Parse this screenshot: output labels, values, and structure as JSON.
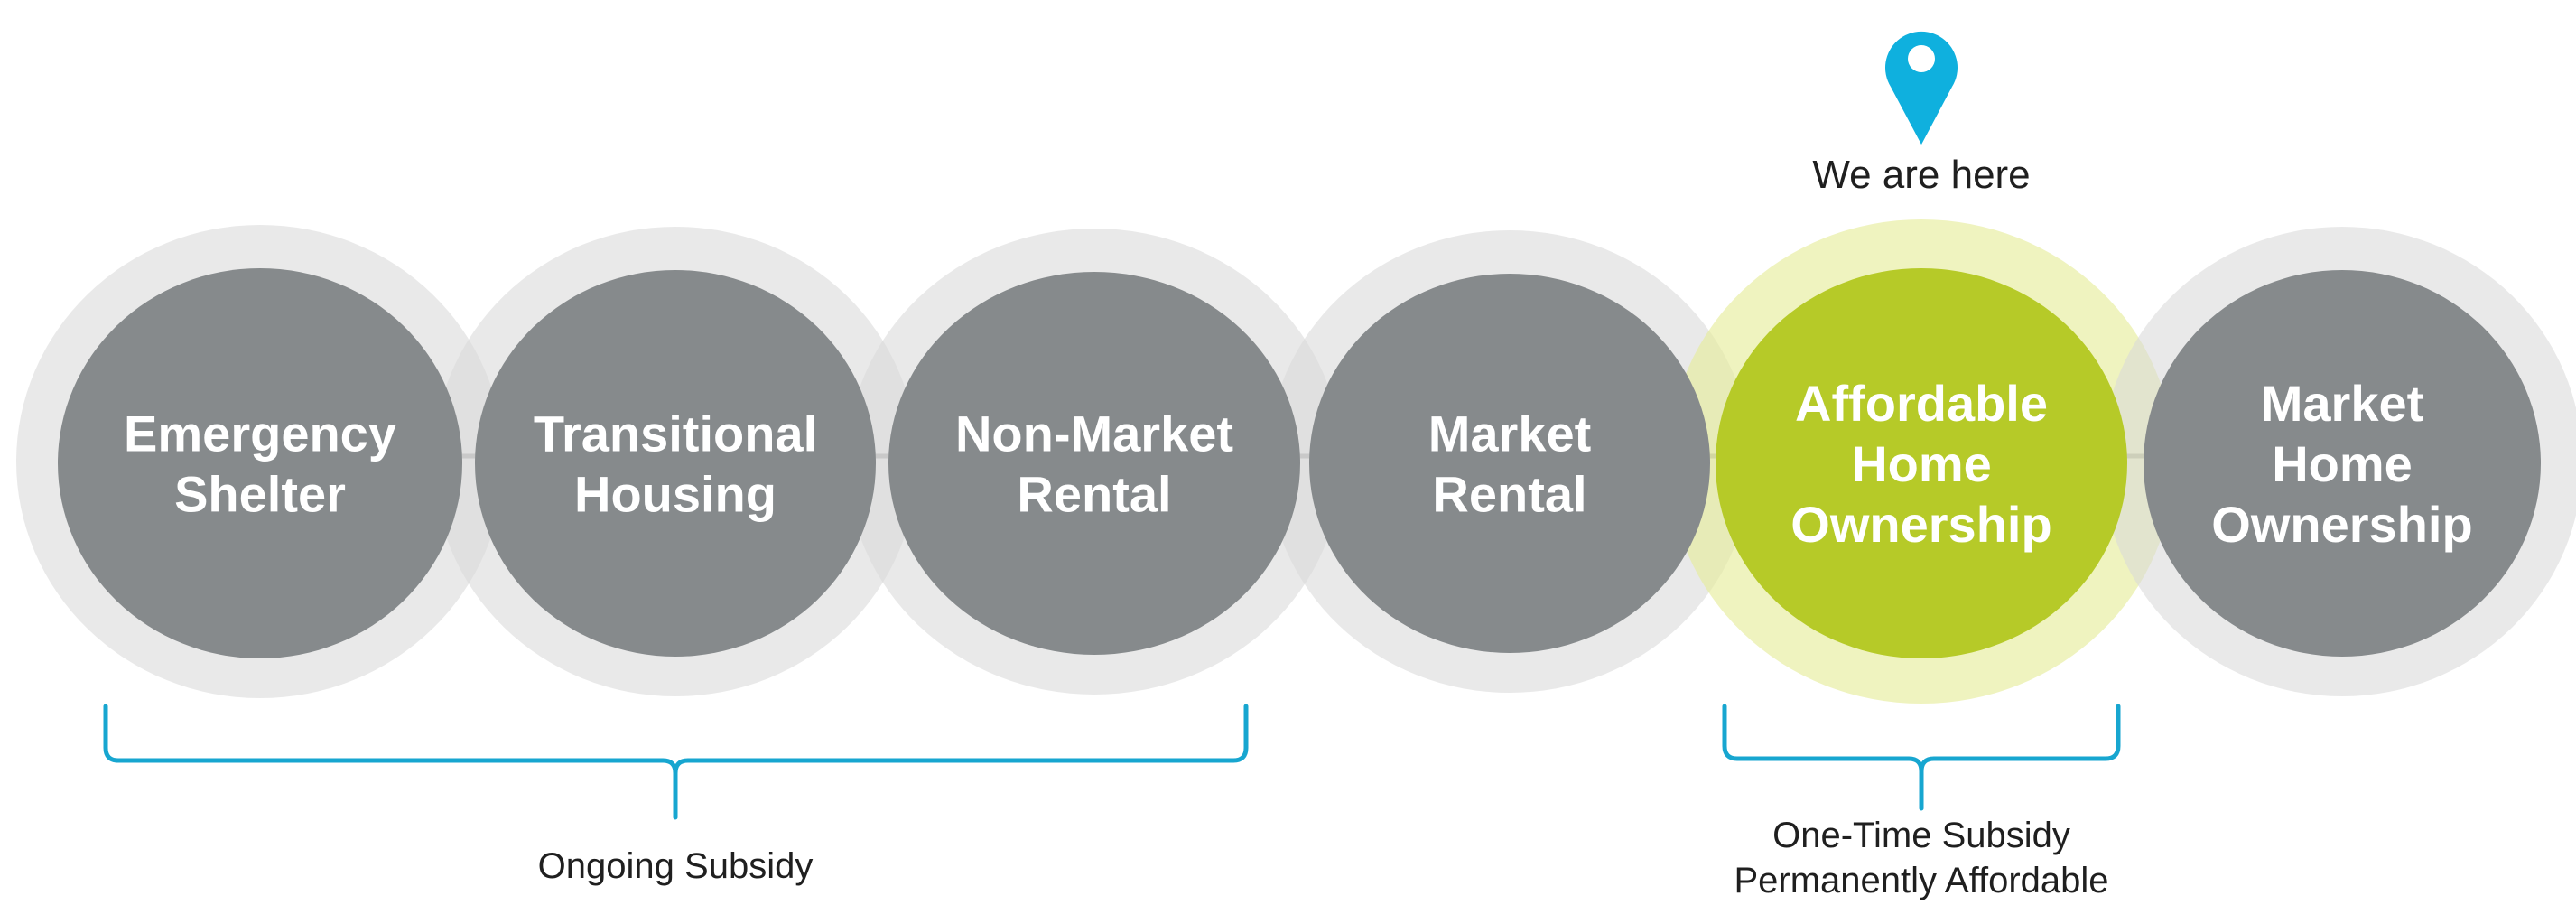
{
  "diagram": {
    "stages": [
      {
        "id": "emergency-shelter",
        "lines": [
          "Emergency",
          "Shelter"
        ],
        "active": false
      },
      {
        "id": "transitional-housing",
        "lines": [
          "Transitional",
          "Housing"
        ],
        "active": false
      },
      {
        "id": "non-market-rental",
        "lines": [
          "Non-Market",
          "Rental"
        ],
        "active": false
      },
      {
        "id": "market-rental",
        "lines": [
          "Market",
          "Rental"
        ],
        "active": false
      },
      {
        "id": "affordable-home-ownership",
        "lines": [
          "Affordable",
          "Home",
          "Ownership"
        ],
        "active": true
      },
      {
        "id": "market-home-ownership",
        "lines": [
          "Market",
          "Home",
          "Ownership"
        ],
        "active": false
      }
    ],
    "marker": {
      "icon": "location-pin-icon",
      "label": "We are here",
      "color": "#0fb0de"
    },
    "brackets": [
      {
        "id": "ongoing",
        "lines": [
          "Ongoing Subsidy"
        ],
        "from_stage": 0,
        "to_stage": 2
      },
      {
        "id": "one-time",
        "lines": [
          "One-Time Subsidy",
          "Permanently Affordable"
        ],
        "from_stage": 4,
        "to_stage": 4
      }
    ],
    "colors": {
      "stage_fill": "#868a8c",
      "active_fill": "#b6ca28",
      "bracket": "#17a6d0"
    }
  }
}
